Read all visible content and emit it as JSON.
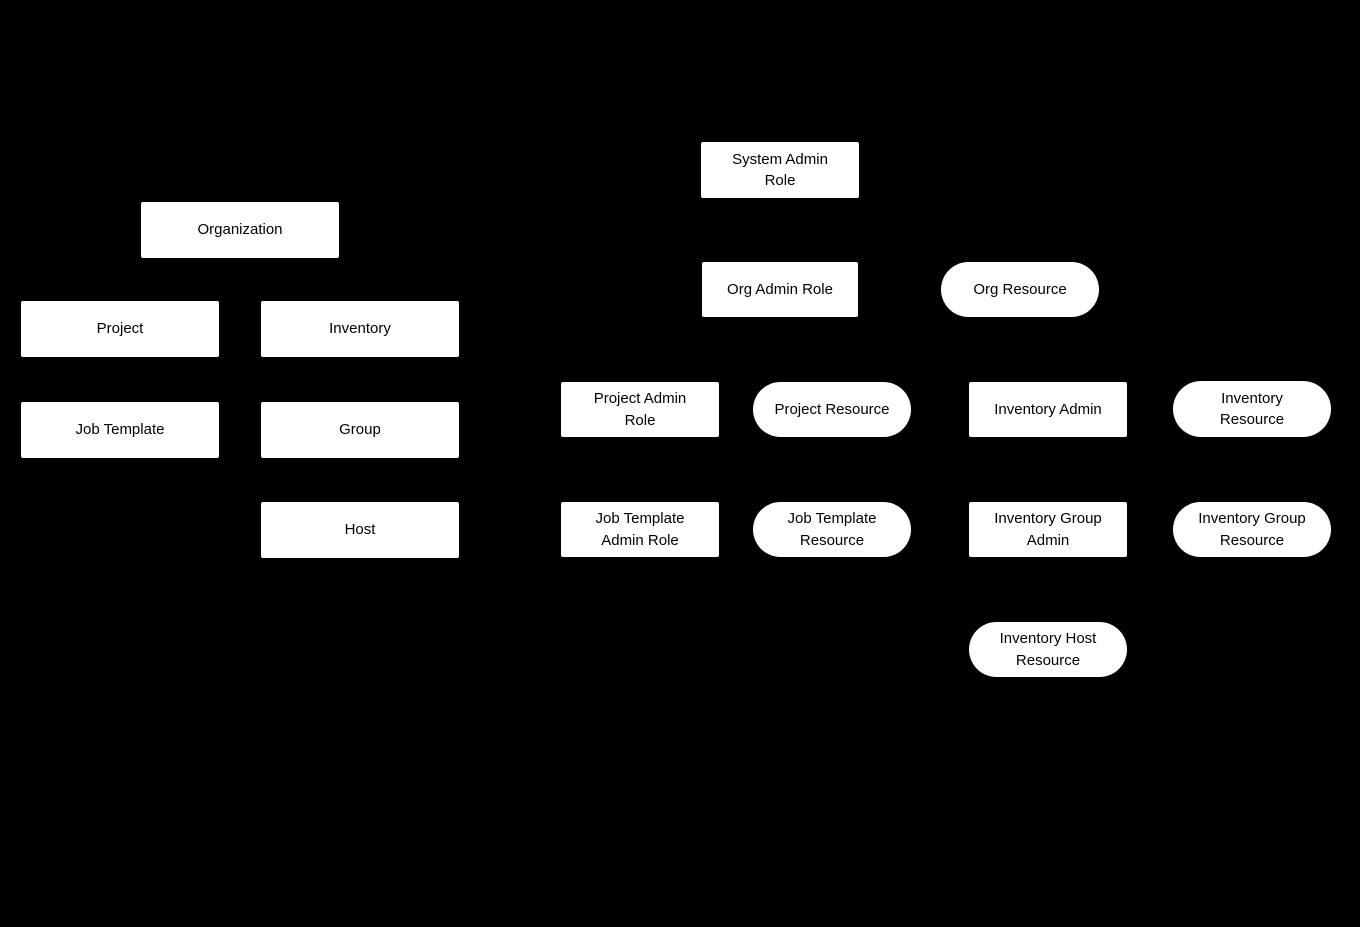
{
  "diagram": {
    "title": "Organization / RBAC roles and resources diagram",
    "colors": {
      "background": "#000000",
      "node_fill": "#ffffff",
      "node_text": "#000000"
    },
    "nodes": {
      "organization": "Organization",
      "project": "Project",
      "inventory": "Inventory",
      "job_template": "Job Template",
      "group": "Group",
      "host": "Host",
      "system_admin_role": "System Admin\nRole",
      "org_admin_role": "Org Admin Role",
      "org_resource": "Org Resource",
      "project_admin_role": "Project Admin\nRole",
      "project_resource": "Project Resource",
      "inventory_admin": "Inventory Admin",
      "inventory_resource": "Inventory\nResource",
      "job_template_admin_role": "Job Template\nAdmin Role",
      "job_template_resource": "Job Template\nResource",
      "inventory_group_admin": "Inventory Group\nAdmin",
      "inventory_group_resource": "Inventory Group\nResource",
      "inventory_host_resource": "Inventory Host\nResource"
    }
  }
}
